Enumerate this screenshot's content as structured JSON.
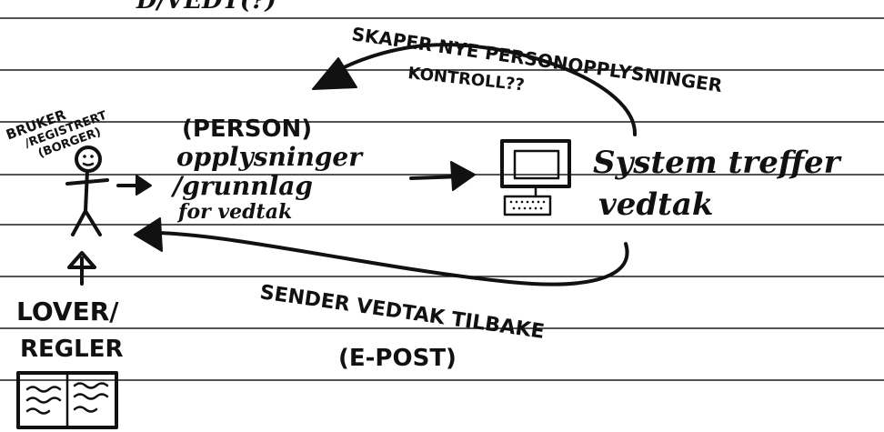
{
  "note": {
    "top_fragment": "D/VEDT(?)",
    "user_label": [
      "BRUKER",
      "/REGISTRERT",
      "(BORGER)"
    ],
    "info_label": [
      "(PERSON)",
      "opplysninger",
      "/grunnlag",
      "for vedtak"
    ],
    "system_label": [
      "System treffer",
      "vedtak"
    ],
    "creates_label": "SKAPER NYE PERSONOPPLYSNINGER",
    "control_label": "KONTROLL??",
    "sends_label": "SENDER VEDTAK TILBAKE",
    "email_label": "(E-POST)",
    "laws_label": [
      "LOVER/",
      "REGLER"
    ]
  },
  "colors": {
    "ink": "#111111",
    "paper": "#ffffff",
    "ruled_line": "#1a1a1a"
  }
}
